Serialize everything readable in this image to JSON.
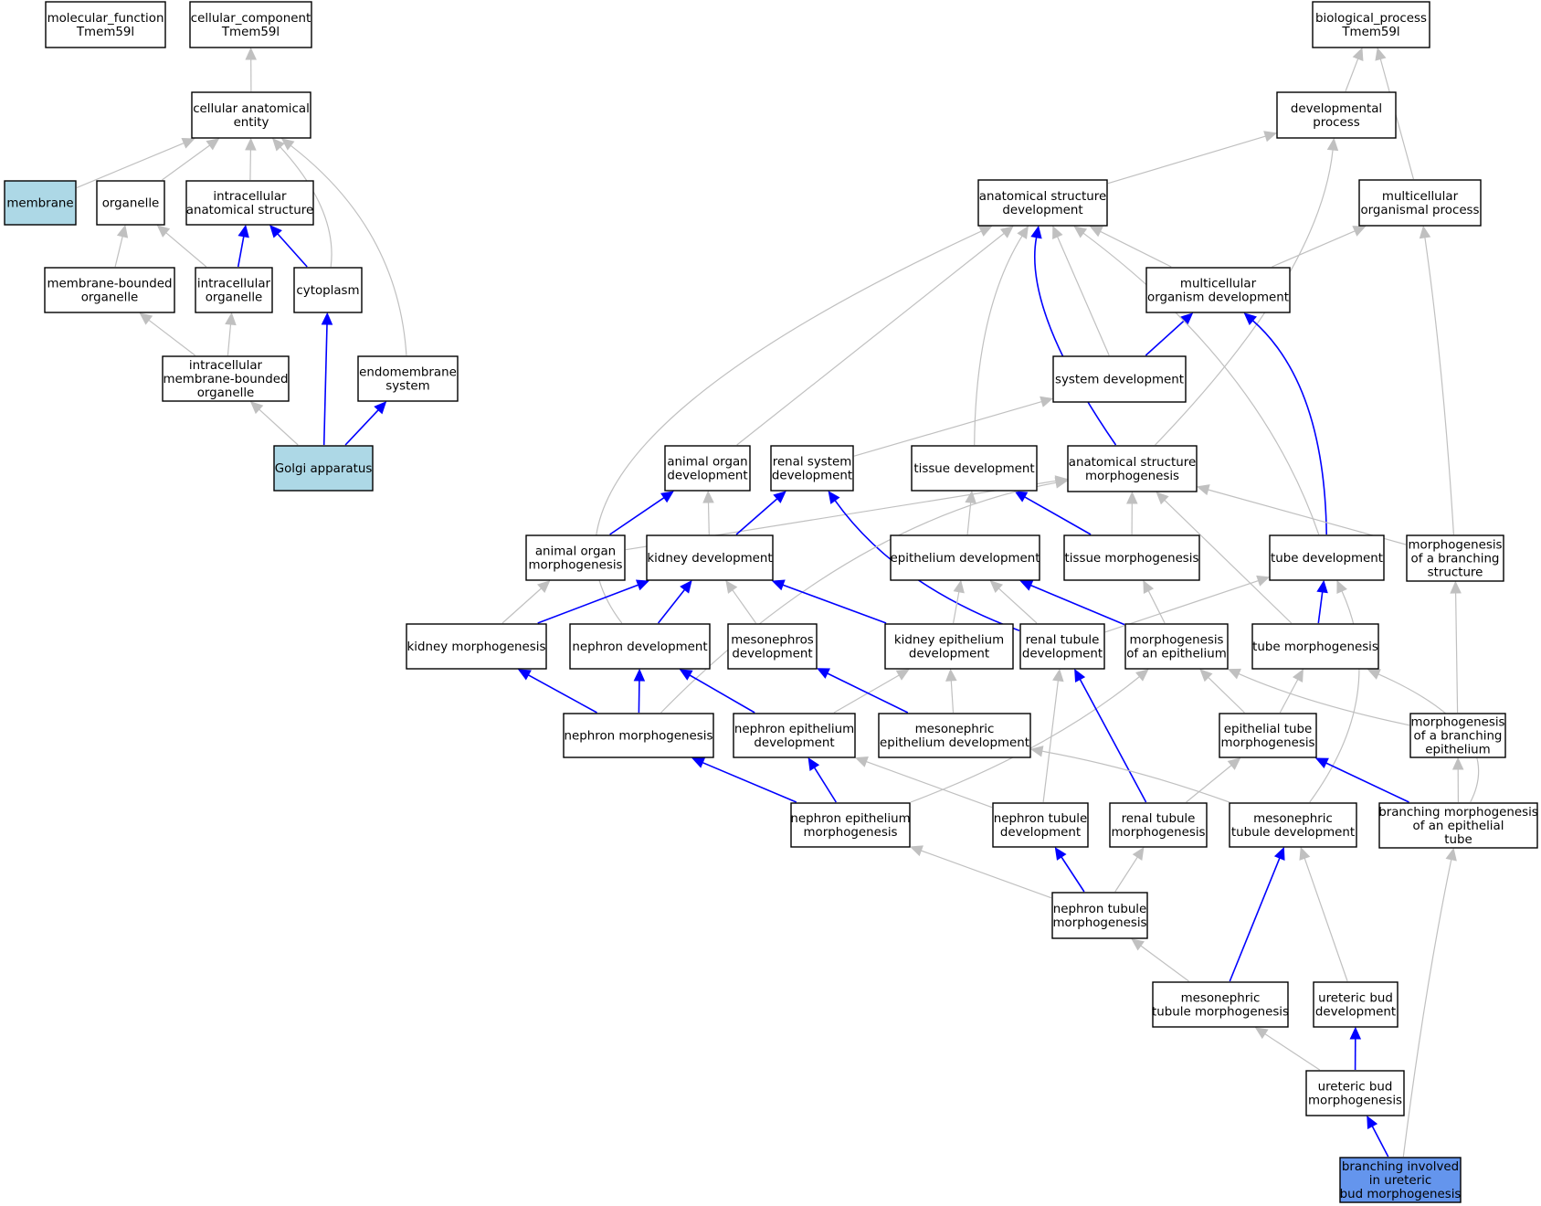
{
  "colors": {
    "background": "#ffffff",
    "node_fill": "#ffffff",
    "node_stroke": "#000000",
    "annotated_fill": "#add8e6",
    "query_fill": "#6495ed",
    "edge_is_a": "#c0c0c0",
    "edge_part_of": "#0000ff"
  },
  "nodes": [
    {
      "id": "mf",
      "lines": [
        "molecular_function",
        "Tmem59l"
      ],
      "fill": "white"
    },
    {
      "id": "cc",
      "lines": [
        "cellular_component",
        "Tmem59l"
      ],
      "fill": "white"
    },
    {
      "id": "bp",
      "lines": [
        "biological_process",
        "Tmem59l"
      ],
      "fill": "white"
    },
    {
      "id": "cae",
      "lines": [
        "cellular anatomical",
        "entity"
      ],
      "fill": "white"
    },
    {
      "id": "devproc",
      "lines": [
        "developmental",
        "process"
      ],
      "fill": "white"
    },
    {
      "id": "membrane",
      "lines": [
        "membrane"
      ],
      "fill": "annotated"
    },
    {
      "id": "organelle",
      "lines": [
        "organelle"
      ],
      "fill": "white"
    },
    {
      "id": "ias",
      "lines": [
        "intracellular",
        "anatomical structure"
      ],
      "fill": "white"
    },
    {
      "id": "asd",
      "lines": [
        "anatomical structure",
        "development"
      ],
      "fill": "white"
    },
    {
      "id": "mop",
      "lines": [
        "multicellular",
        "organismal process"
      ],
      "fill": "white"
    },
    {
      "id": "mbo",
      "lines": [
        "membrane-bounded",
        "organelle"
      ],
      "fill": "white"
    },
    {
      "id": "io",
      "lines": [
        "intracellular",
        "organelle"
      ],
      "fill": "white"
    },
    {
      "id": "cytoplasm",
      "lines": [
        "cytoplasm"
      ],
      "fill": "white"
    },
    {
      "id": "mod",
      "lines": [
        "multicellular",
        "organism development"
      ],
      "fill": "white"
    },
    {
      "id": "imbo",
      "lines": [
        "intracellular",
        "membrane-bounded",
        "organelle"
      ],
      "fill": "white"
    },
    {
      "id": "endo",
      "lines": [
        "endomembrane",
        "system"
      ],
      "fill": "white"
    },
    {
      "id": "sysdev",
      "lines": [
        "system development"
      ],
      "fill": "white"
    },
    {
      "id": "golgi",
      "lines": [
        "Golgi apparatus"
      ],
      "fill": "annotated"
    },
    {
      "id": "aod",
      "lines": [
        "animal organ",
        "development"
      ],
      "fill": "white"
    },
    {
      "id": "rsd",
      "lines": [
        "renal system",
        "development"
      ],
      "fill": "white"
    },
    {
      "id": "tissuedev",
      "lines": [
        "tissue development"
      ],
      "fill": "white"
    },
    {
      "id": "asm",
      "lines": [
        "anatomical structure",
        "morphogenesis"
      ],
      "fill": "white"
    },
    {
      "id": "aom",
      "lines": [
        "animal organ",
        "morphogenesis"
      ],
      "fill": "white"
    },
    {
      "id": "kidneydev",
      "lines": [
        "kidney development"
      ],
      "fill": "white"
    },
    {
      "id": "epidev",
      "lines": [
        "epithelium development"
      ],
      "fill": "white"
    },
    {
      "id": "tissuemorph",
      "lines": [
        "tissue morphogenesis"
      ],
      "fill": "white"
    },
    {
      "id": "tubedev",
      "lines": [
        "tube development"
      ],
      "fill": "white"
    },
    {
      "id": "mbs",
      "lines": [
        "morphogenesis",
        "of a branching",
        "structure"
      ],
      "fill": "white"
    },
    {
      "id": "kidneymorph",
      "lines": [
        "kidney morphogenesis"
      ],
      "fill": "white"
    },
    {
      "id": "nephrondev",
      "lines": [
        "nephron development"
      ],
      "fill": "white"
    },
    {
      "id": "mesodev",
      "lines": [
        "mesonephros",
        "development"
      ],
      "fill": "white"
    },
    {
      "id": "ked",
      "lines": [
        "kidney epithelium",
        "development"
      ],
      "fill": "white"
    },
    {
      "id": "rtd",
      "lines": [
        "renal tubule",
        "development"
      ],
      "fill": "white"
    },
    {
      "id": "moe",
      "lines": [
        "morphogenesis",
        "of an epithelium"
      ],
      "fill": "white"
    },
    {
      "id": "tubemorph",
      "lines": [
        "tube morphogenesis"
      ],
      "fill": "white"
    },
    {
      "id": "nephronmorph",
      "lines": [
        "nephron morphogenesis"
      ],
      "fill": "white"
    },
    {
      "id": "ned",
      "lines": [
        "nephron epithelium",
        "development"
      ],
      "fill": "white"
    },
    {
      "id": "med",
      "lines": [
        "mesonephric",
        "epithelium development"
      ],
      "fill": "white"
    },
    {
      "id": "etm",
      "lines": [
        "epithelial tube",
        "morphogenesis"
      ],
      "fill": "white"
    },
    {
      "id": "mbe",
      "lines": [
        "morphogenesis",
        "of a branching",
        "epithelium"
      ],
      "fill": "white"
    },
    {
      "id": "nem",
      "lines": [
        "nephron epithelium",
        "morphogenesis"
      ],
      "fill": "white"
    },
    {
      "id": "ntd",
      "lines": [
        "nephron tubule",
        "development"
      ],
      "fill": "white"
    },
    {
      "id": "rtm",
      "lines": [
        "renal tubule",
        "morphogenesis"
      ],
      "fill": "white"
    },
    {
      "id": "mtd",
      "lines": [
        "mesonephric",
        "tubule development"
      ],
      "fill": "white"
    },
    {
      "id": "bmet",
      "lines": [
        "branching morphogenesis",
        "of an epithelial",
        "tube"
      ],
      "fill": "white"
    },
    {
      "id": "ntm",
      "lines": [
        "nephron tubule",
        "morphogenesis"
      ],
      "fill": "white"
    },
    {
      "id": "mtm",
      "lines": [
        "mesonephric",
        "tubule morphogenesis"
      ],
      "fill": "white"
    },
    {
      "id": "ubd",
      "lines": [
        "ureteric bud",
        "development"
      ],
      "fill": "white"
    },
    {
      "id": "ubm",
      "lines": [
        "ureteric bud",
        "morphogenesis"
      ],
      "fill": "white"
    },
    {
      "id": "biubm",
      "lines": [
        "branching involved",
        "in ureteric",
        "bud morphogenesis"
      ],
      "fill": "query"
    }
  ],
  "edges": [
    {
      "from": "cae",
      "to": "cc",
      "type": "is_a"
    },
    {
      "from": "membrane",
      "to": "cae",
      "type": "is_a"
    },
    {
      "from": "organelle",
      "to": "cae",
      "type": "is_a"
    },
    {
      "from": "ias",
      "to": "cae",
      "type": "is_a"
    },
    {
      "from": "cytoplasm",
      "to": "cae",
      "type": "is_a"
    },
    {
      "from": "endo",
      "to": "cae",
      "type": "is_a"
    },
    {
      "from": "mbo",
      "to": "organelle",
      "type": "is_a"
    },
    {
      "from": "io",
      "to": "organelle",
      "type": "is_a"
    },
    {
      "from": "io",
      "to": "ias",
      "type": "part_of"
    },
    {
      "from": "cytoplasm",
      "to": "ias",
      "type": "part_of"
    },
    {
      "from": "imbo",
      "to": "mbo",
      "type": "is_a"
    },
    {
      "from": "imbo",
      "to": "io",
      "type": "is_a"
    },
    {
      "from": "golgi",
      "to": "imbo",
      "type": "is_a"
    },
    {
      "from": "golgi",
      "to": "cytoplasm",
      "type": "part_of"
    },
    {
      "from": "golgi",
      "to": "endo",
      "type": "part_of"
    },
    {
      "from": "devproc",
      "to": "bp",
      "type": "is_a"
    },
    {
      "from": "mop",
      "to": "bp",
      "type": "is_a"
    },
    {
      "from": "asd",
      "to": "devproc",
      "type": "is_a"
    },
    {
      "from": "asm",
      "to": "devproc",
      "type": "is_a"
    },
    {
      "from": "mod",
      "to": "asd",
      "type": "is_a"
    },
    {
      "from": "mod",
      "to": "mop",
      "type": "is_a"
    },
    {
      "from": "sysdev",
      "to": "asd",
      "type": "is_a"
    },
    {
      "from": "sysdev",
      "to": "mod",
      "type": "part_of"
    },
    {
      "from": "tubedev",
      "to": "asd",
      "type": "is_a"
    },
    {
      "from": "tubedev",
      "to": "mod",
      "type": "part_of"
    },
    {
      "from": "aod",
      "to": "asd",
      "type": "is_a"
    },
    {
      "from": "tissuedev",
      "to": "asd",
      "type": "is_a"
    },
    {
      "from": "asm",
      "to": "asd",
      "type": "part_of"
    },
    {
      "from": "nephrondev",
      "to": "asd",
      "type": "is_a"
    },
    {
      "from": "rsd",
      "to": "sysdev",
      "type": "is_a"
    },
    {
      "from": "mbs",
      "to": "asm",
      "type": "is_a"
    },
    {
      "from": "mbs",
      "to": "mop",
      "type": "is_a"
    },
    {
      "from": "aom",
      "to": "aod",
      "type": "part_of"
    },
    {
      "from": "aom",
      "to": "asm",
      "type": "is_a"
    },
    {
      "from": "kidneydev",
      "to": "aod",
      "type": "is_a"
    },
    {
      "from": "kidneydev",
      "to": "rsd",
      "type": "part_of"
    },
    {
      "from": "rtd",
      "to": "rsd",
      "type": "part_of"
    },
    {
      "from": "epidev",
      "to": "tissuedev",
      "type": "is_a"
    },
    {
      "from": "tissuemorph",
      "to": "tissuedev",
      "type": "part_of"
    },
    {
      "from": "tissuemorph",
      "to": "asm",
      "type": "is_a"
    },
    {
      "from": "tubemorph",
      "to": "asm",
      "type": "is_a"
    },
    {
      "from": "nephronmorph",
      "to": "asm",
      "type": "is_a"
    },
    {
      "from": "kidneymorph",
      "to": "aom",
      "type": "is_a"
    },
    {
      "from": "kidneymorph",
      "to": "kidneydev",
      "type": "part_of"
    },
    {
      "from": "nephrondev",
      "to": "kidneydev",
      "type": "part_of"
    },
    {
      "from": "mesodev",
      "to": "kidneydev",
      "type": "is_a"
    },
    {
      "from": "ked",
      "to": "kidneydev",
      "type": "part_of"
    },
    {
      "from": "ked",
      "to": "epidev",
      "type": "is_a"
    },
    {
      "from": "rtd",
      "to": "epidev",
      "type": "is_a"
    },
    {
      "from": "rtd",
      "to": "tubedev",
      "type": "is_a"
    },
    {
      "from": "moe",
      "to": "epidev",
      "type": "part_of"
    },
    {
      "from": "moe",
      "to": "tissuemorph",
      "type": "is_a"
    },
    {
      "from": "tubemorph",
      "to": "tubedev",
      "type": "part_of"
    },
    {
      "from": "mtd",
      "to": "tubedev",
      "type": "is_a"
    },
    {
      "from": "mbe",
      "to": "mbs",
      "type": "is_a"
    },
    {
      "from": "mbe",
      "to": "moe",
      "type": "is_a"
    },
    {
      "from": "nephronmorph",
      "to": "kidneymorph",
      "type": "part_of"
    },
    {
      "from": "nephronmorph",
      "to": "nephrondev",
      "type": "part_of"
    },
    {
      "from": "ned",
      "to": "nephrondev",
      "type": "part_of"
    },
    {
      "from": "ned",
      "to": "ked",
      "type": "is_a"
    },
    {
      "from": "med",
      "to": "mesodev",
      "type": "part_of"
    },
    {
      "from": "med",
      "to": "ked",
      "type": "is_a"
    },
    {
      "from": "etm",
      "to": "tubemorph",
      "type": "is_a"
    },
    {
      "from": "etm",
      "to": "moe",
      "type": "is_a"
    },
    {
      "from": "nem",
      "to": "nephronmorph",
      "type": "part_of"
    },
    {
      "from": "nem",
      "to": "ned",
      "type": "part_of"
    },
    {
      "from": "nem",
      "to": "moe",
      "type": "is_a"
    },
    {
      "from": "ntd",
      "to": "ned",
      "type": "is_a"
    },
    {
      "from": "ntd",
      "to": "rtd",
      "type": "is_a"
    },
    {
      "from": "rtm",
      "to": "rtd",
      "type": "part_of"
    },
    {
      "from": "rtm",
      "to": "etm",
      "type": "is_a"
    },
    {
      "from": "mtd",
      "to": "med",
      "type": "is_a"
    },
    {
      "from": "bmet",
      "to": "etm",
      "type": "part_of"
    },
    {
      "from": "bmet",
      "to": "mbe",
      "type": "is_a"
    },
    {
      "from": "bmet",
      "to": "tubemorph",
      "type": "is_a"
    },
    {
      "from": "ntm",
      "to": "nem",
      "type": "is_a"
    },
    {
      "from": "ntm",
      "to": "ntd",
      "type": "part_of"
    },
    {
      "from": "ntm",
      "to": "rtm",
      "type": "is_a"
    },
    {
      "from": "mtm",
      "to": "ntm",
      "type": "is_a"
    },
    {
      "from": "mtm",
      "to": "mtd",
      "type": "part_of"
    },
    {
      "from": "ubd",
      "to": "mtd",
      "type": "is_a"
    },
    {
      "from": "ubm",
      "to": "mtm",
      "type": "is_a"
    },
    {
      "from": "ubm",
      "to": "ubd",
      "type": "part_of"
    },
    {
      "from": "biubm",
      "to": "ubm",
      "type": "part_of"
    },
    {
      "from": "biubm",
      "to": "bmet",
      "type": "is_a"
    }
  ]
}
